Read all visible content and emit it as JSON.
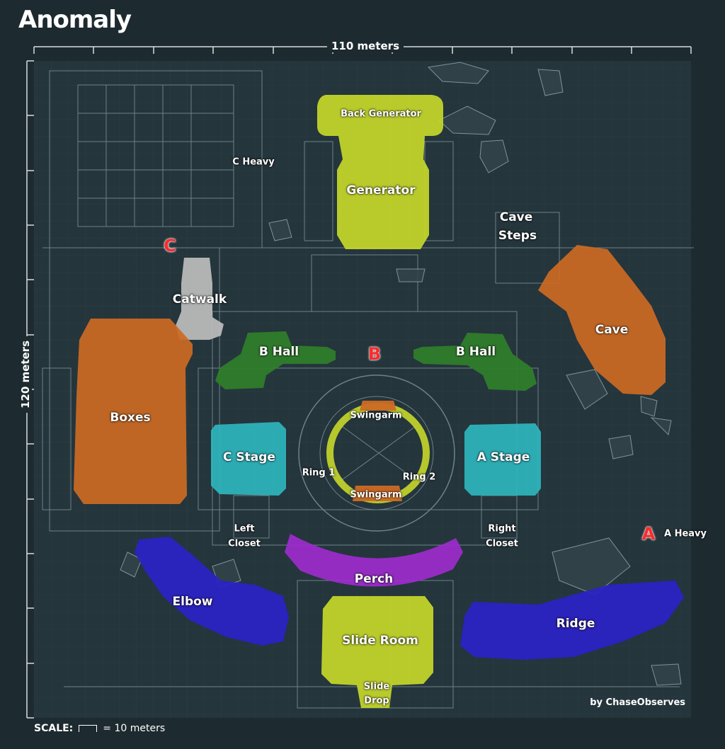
{
  "title": "Anomaly",
  "dimensions": {
    "width_label": "110 meters",
    "height_label": "120 meters"
  },
  "regions": {
    "back_generator": "Back Generator",
    "generator": "Generator",
    "c_heavy": "C Heavy",
    "cave_steps_1": "Cave",
    "cave_steps_2": "Steps",
    "catwalk": "Catwalk",
    "cave": "Cave",
    "b_hall_left": "B Hall",
    "b_hall_right": "B Hall",
    "boxes": "Boxes",
    "swingarm_top": "Swingarm",
    "swingarm_bottom": "Swingarm",
    "c_stage": "C Stage",
    "a_stage": "A Stage",
    "ring_1": "Ring 1",
    "ring_2": "Ring 2",
    "left_closet_1": "Left",
    "left_closet_2": "Closet",
    "right_closet_1": "Right",
    "right_closet_2": "Closet",
    "a_heavy": "A Heavy",
    "perch": "Perch",
    "elbow": "Elbow",
    "ridge": "Ridge",
    "slide_room": "Slide Room",
    "slide_drop_1": "Slide",
    "slide_drop_2": "Drop"
  },
  "markers": {
    "a": "A",
    "b": "B",
    "c": "C"
  },
  "credit": "by ChaseObserves",
  "scale": {
    "label": "SCALE:",
    "value": "= 10 meters"
  },
  "colors": {
    "background": "#1d2a30",
    "lime": "#c6d82a",
    "orange": "#cc6a24",
    "green": "#2e7d2a",
    "cyan": "#2fb8c0",
    "purple": "#a12bd0",
    "blue": "#2a22c8",
    "gray": "#b9b9b9",
    "marker_red": "#ff2a2a"
  }
}
